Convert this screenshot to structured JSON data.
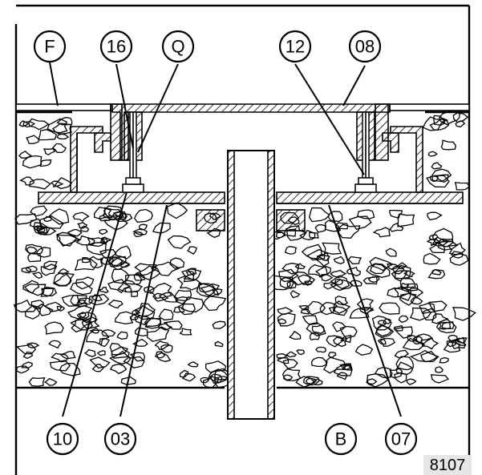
{
  "callouts": {
    "F": "F",
    "c16": "16",
    "Q": "Q",
    "c12": "12",
    "c08": "08",
    "c10": "10",
    "c03": "03",
    "B": "B",
    "c07": "07"
  },
  "figure_number": "8107"
}
